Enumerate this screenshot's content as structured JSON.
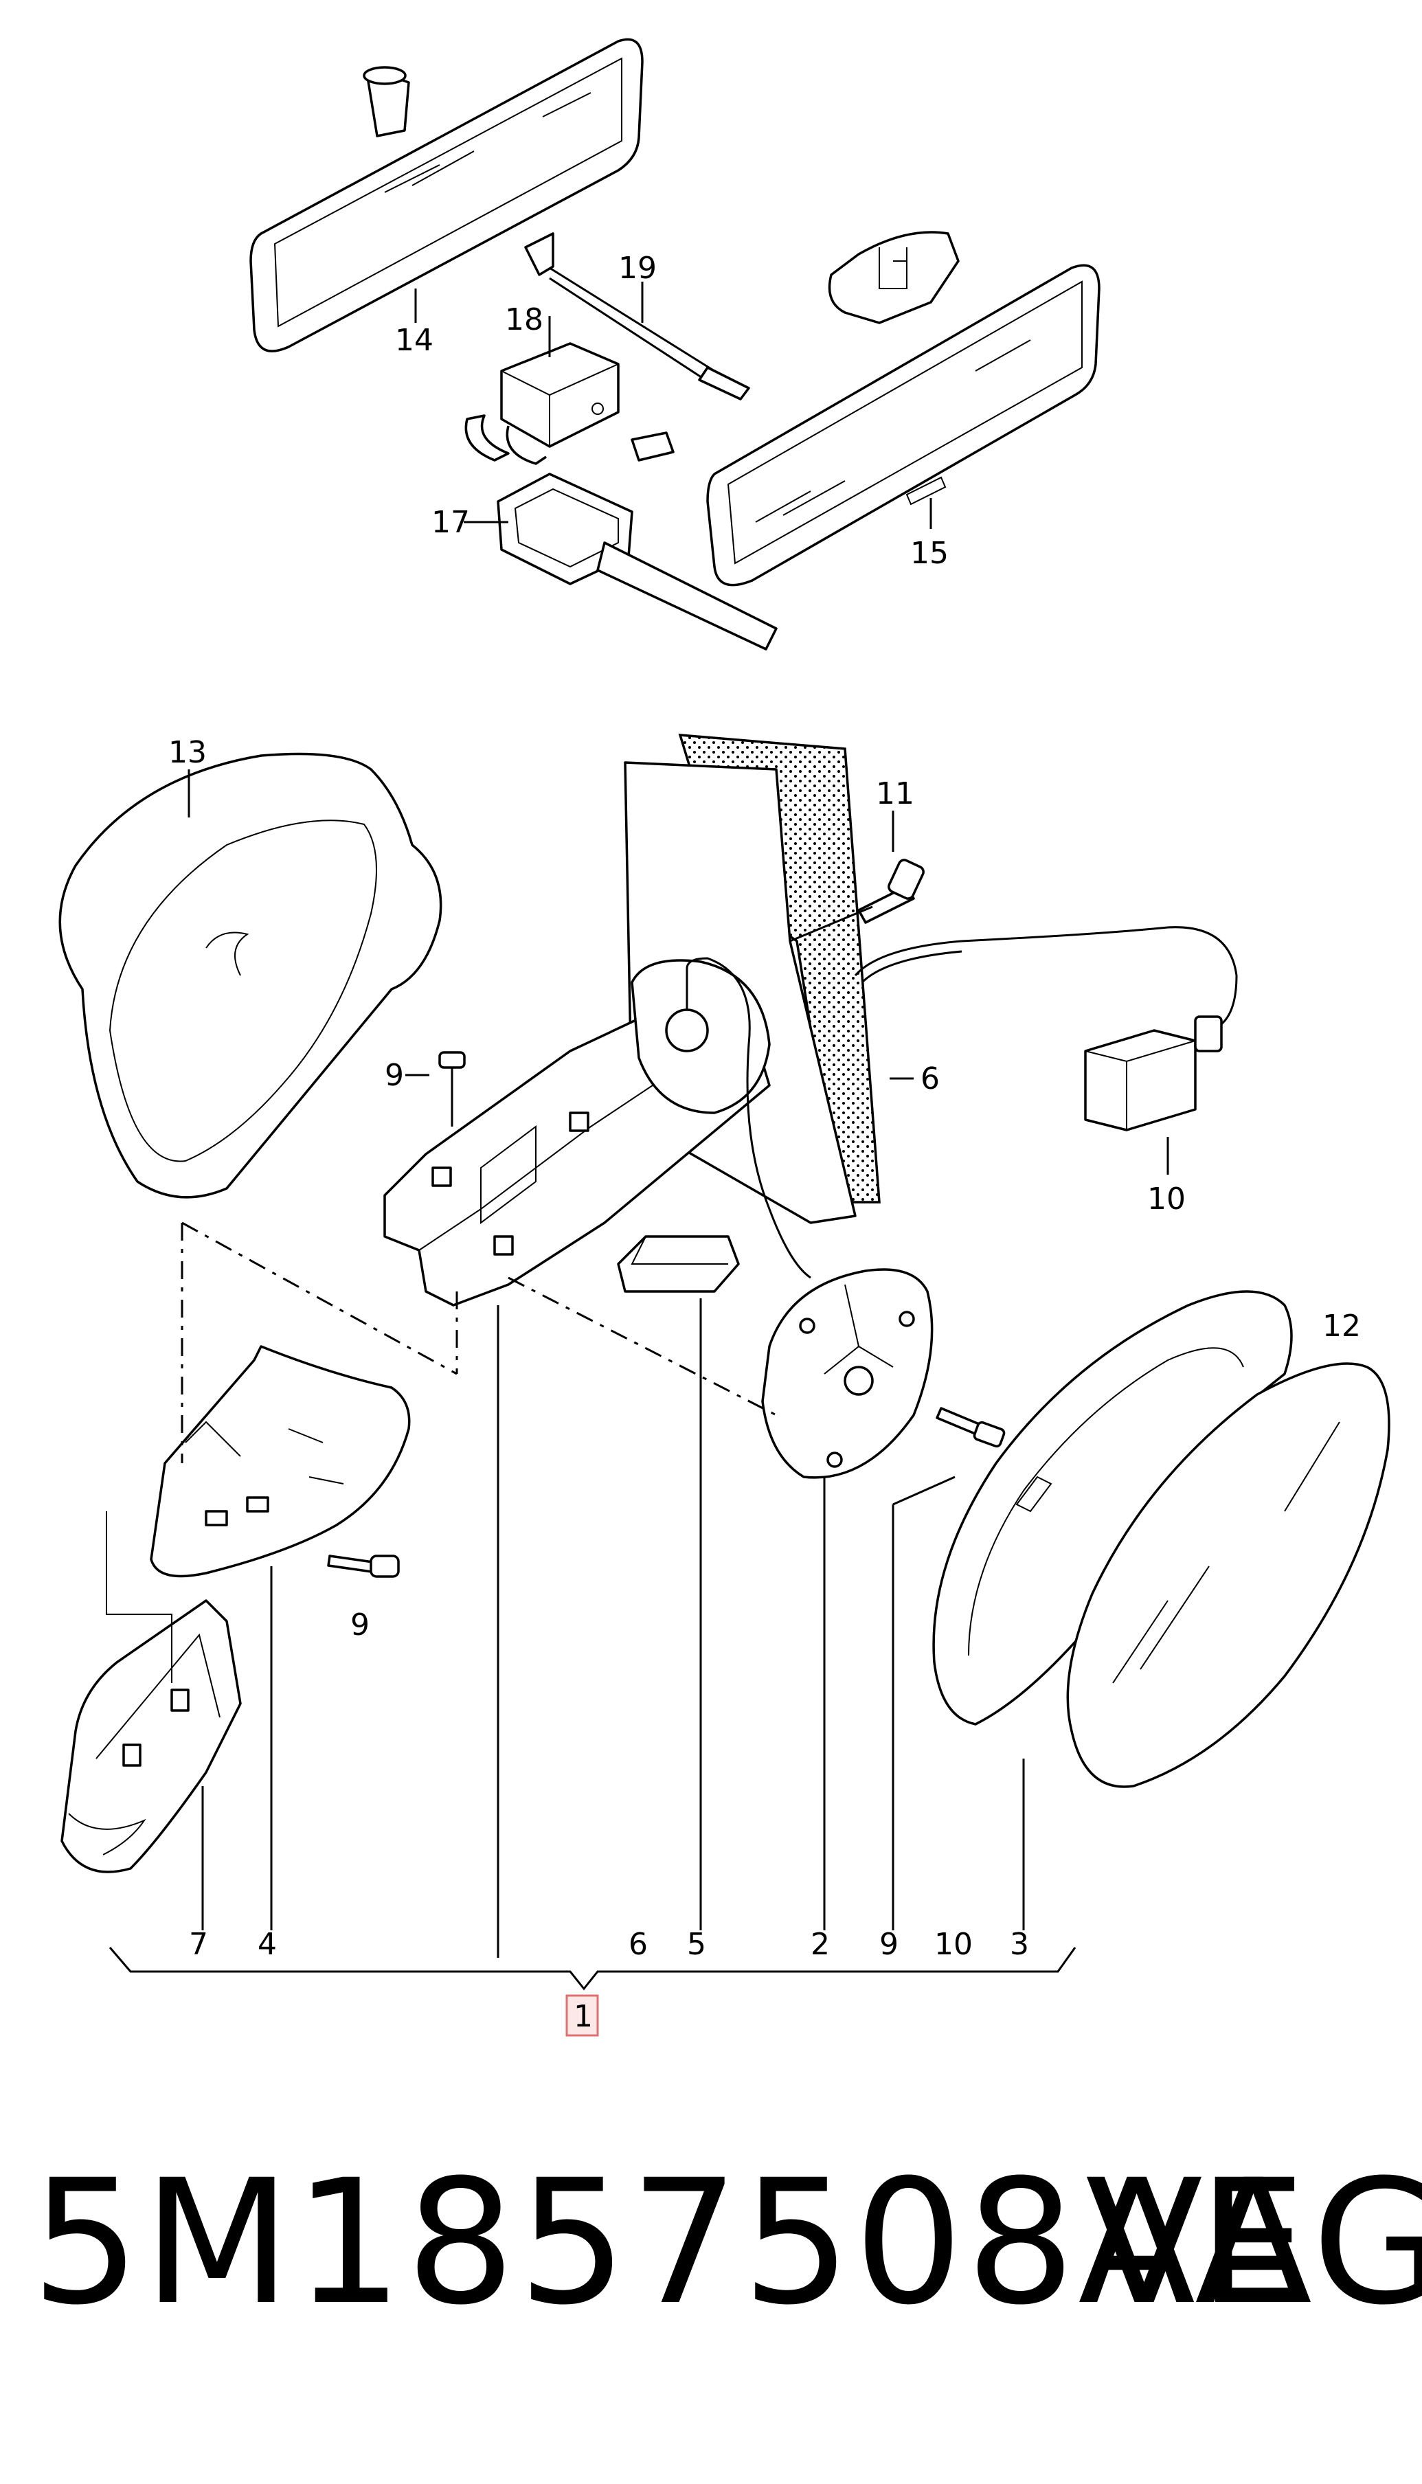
{
  "labels": {
    "l14": "14",
    "l18": "18",
    "l19": "19",
    "l17": "17",
    "l15": "15",
    "l13": "13",
    "l11": "11",
    "l6a": "6",
    "l9a": "9",
    "l10a": "10",
    "l12": "12",
    "l9b": "9",
    "b7": "7",
    "b4": "4",
    "b6": "6",
    "b5": "5",
    "b2": "2",
    "b9": "9",
    "b10": "10",
    "b3": "3",
    "l1": "1"
  },
  "footer": {
    "part_number": "5M1857508AE",
    "brand": "VAG"
  },
  "colors": {
    "ink": "#000000",
    "highlight_box": "#e07070",
    "background": "#ffffff"
  }
}
